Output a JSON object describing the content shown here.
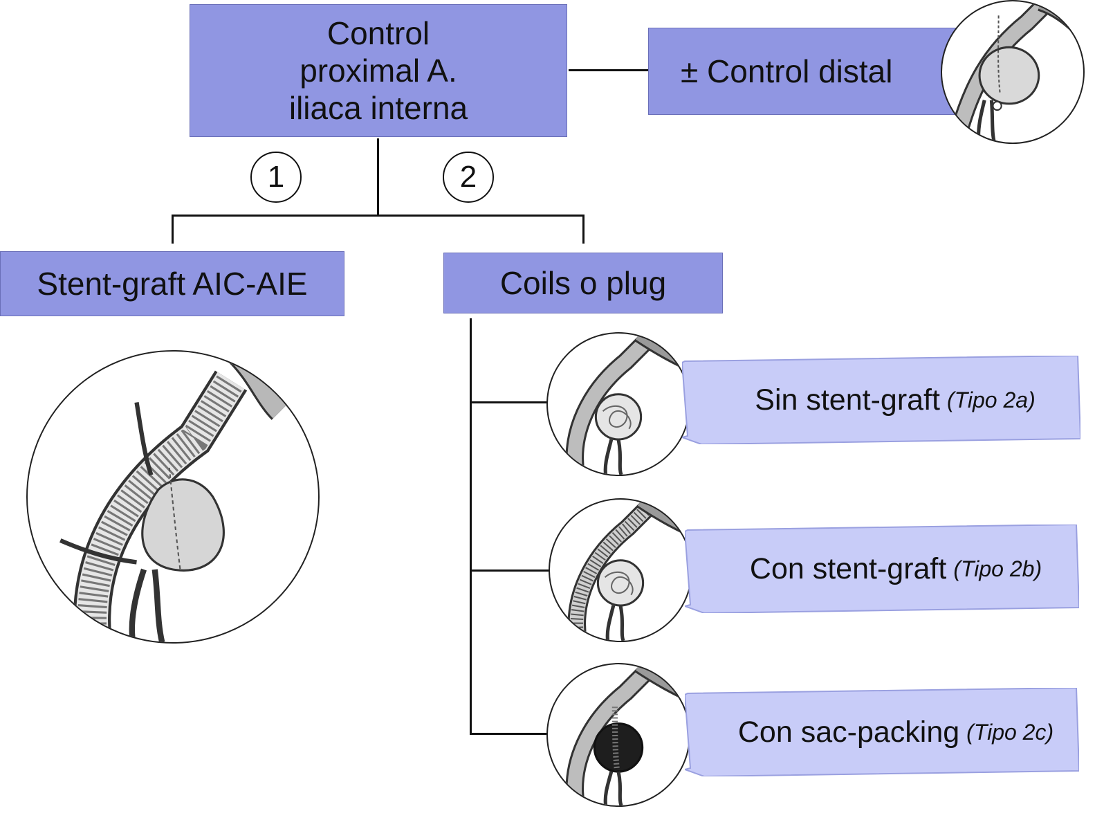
{
  "root": {
    "lines": [
      "Control",
      "proximal A.",
      "iliaca interna"
    ]
  },
  "distal": {
    "label": "± Control distal"
  },
  "branches": [
    {
      "number": "1",
      "label": "Stent-graft AIC-AIE"
    },
    {
      "number": "2",
      "label": "Coils o plug"
    }
  ],
  "subtypes": [
    {
      "label": "Sin stent-graft",
      "type": "(Tipo 2a)"
    },
    {
      "label": "Con stent-graft",
      "type": "(Tipo 2b)"
    },
    {
      "label": "Con sac-packing",
      "type": "(Tipo 2c)"
    }
  ],
  "colors": {
    "box_fill": "#9096e2",
    "tag_fill": "#c8ccf8",
    "line": "#111111"
  }
}
